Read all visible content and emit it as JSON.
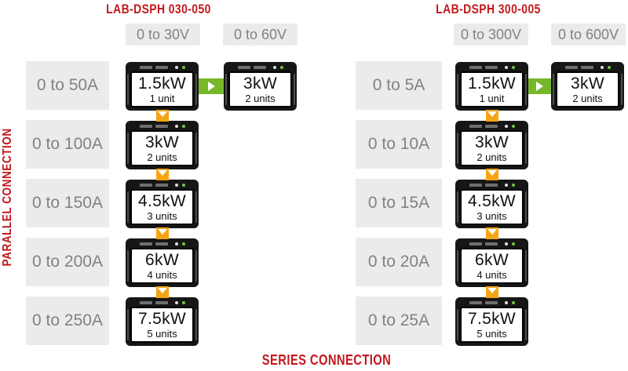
{
  "page": {
    "parallel_label": "PARALLEL CONNECTION",
    "series_label": "SERIES CONNECTION"
  },
  "colors": {
    "heading_red": "#c3181d",
    "arrow_orange": "#f6a512",
    "arrow_green": "#76b82a",
    "range_box_bg": "#ebebeb",
    "range_text_gray": "#828282",
    "device_black": "#161616",
    "led_green": "#7ac143"
  },
  "groups": [
    {
      "title": "LAB-DSPH 030-050",
      "voltages": [
        "0 to 30V",
        "0 to 60V"
      ],
      "series_device": {
        "power": "3kW",
        "units": "2 units"
      },
      "rows": [
        {
          "amps": "0 to 50A",
          "power": "1.5kW",
          "units": "1 unit"
        },
        {
          "amps": "0 to 100A",
          "power": "3kW",
          "units": "2 units"
        },
        {
          "amps": "0 to 150A",
          "power": "4.5kW",
          "units": "3 units"
        },
        {
          "amps": "0 to 200A",
          "power": "6kW",
          "units": "4 units"
        },
        {
          "amps": "0 to 250A",
          "power": "7.5kW",
          "units": "5 units"
        }
      ]
    },
    {
      "title": "LAB-DSPH 300-005",
      "voltages": [
        "0 to 300V",
        "0 to 600V"
      ],
      "series_device": {
        "power": "3kW",
        "units": "2 units"
      },
      "rows": [
        {
          "amps": "0 to 5A",
          "power": "1.5kW",
          "units": "1 unit"
        },
        {
          "amps": "0 to 10A",
          "power": "3kW",
          "units": "2 units"
        },
        {
          "amps": "0 to 15A",
          "power": "4.5kW",
          "units": "3 units"
        },
        {
          "amps": "0 to 20A",
          "power": "6kW",
          "units": "4 units"
        },
        {
          "amps": "0 to 25A",
          "power": "7.5kW",
          "units": "5 units"
        }
      ]
    }
  ]
}
